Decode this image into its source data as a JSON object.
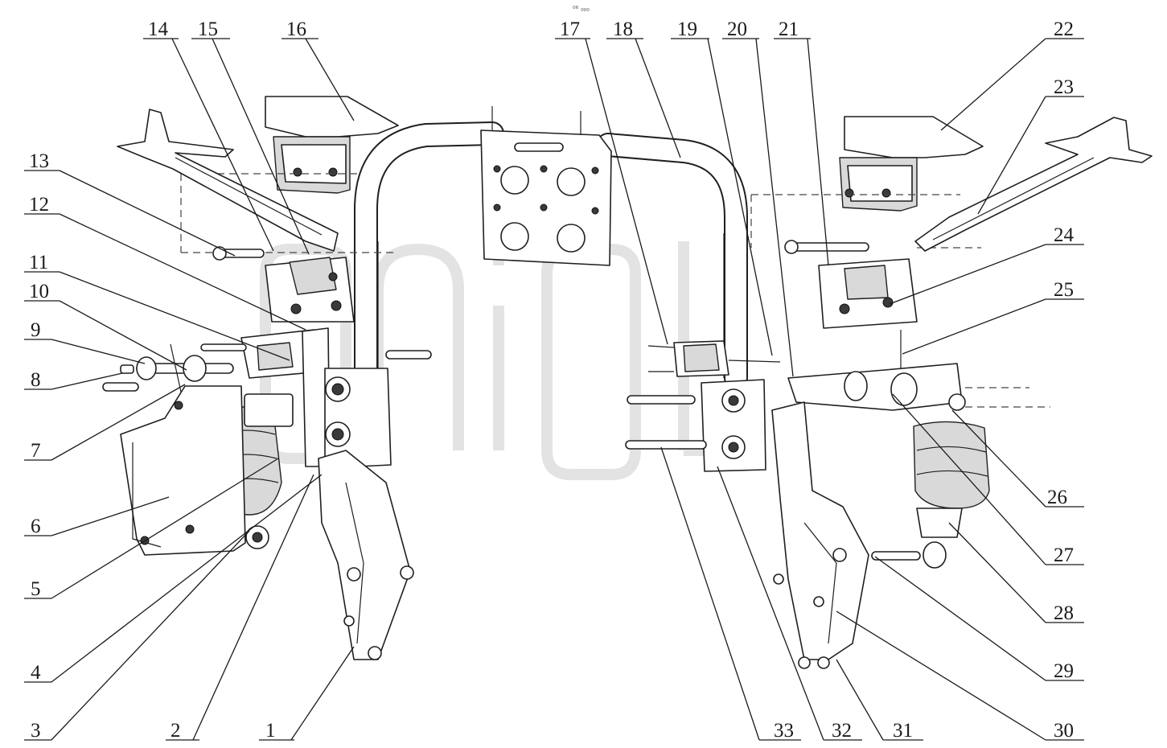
{
  "figure": {
    "type": "exploded-assembly-diagram",
    "subject": "cab suspension assembly with support frame",
    "stamp_text": "⁰⁶ ₀₀₀"
  },
  "callouts": {
    "c1": "1",
    "c2": "2",
    "c3": "3",
    "c4": "4",
    "c5": "5",
    "c6": "6",
    "c7": "7",
    "c8": "8",
    "c9": "9",
    "c10": "10",
    "c11": "11",
    "c12": "12",
    "c13": "13",
    "c14": "14",
    "c15": "15",
    "c16": "16",
    "c17": "17",
    "c18": "18",
    "c19": "19",
    "c20": "20",
    "c21": "21",
    "c22": "22",
    "c23": "23",
    "c24": "24",
    "c25": "25",
    "c26": "26",
    "c27": "27",
    "c28": "28",
    "c29": "29",
    "c30": "30",
    "c31": "31",
    "c32": "32",
    "c33": "33"
  }
}
